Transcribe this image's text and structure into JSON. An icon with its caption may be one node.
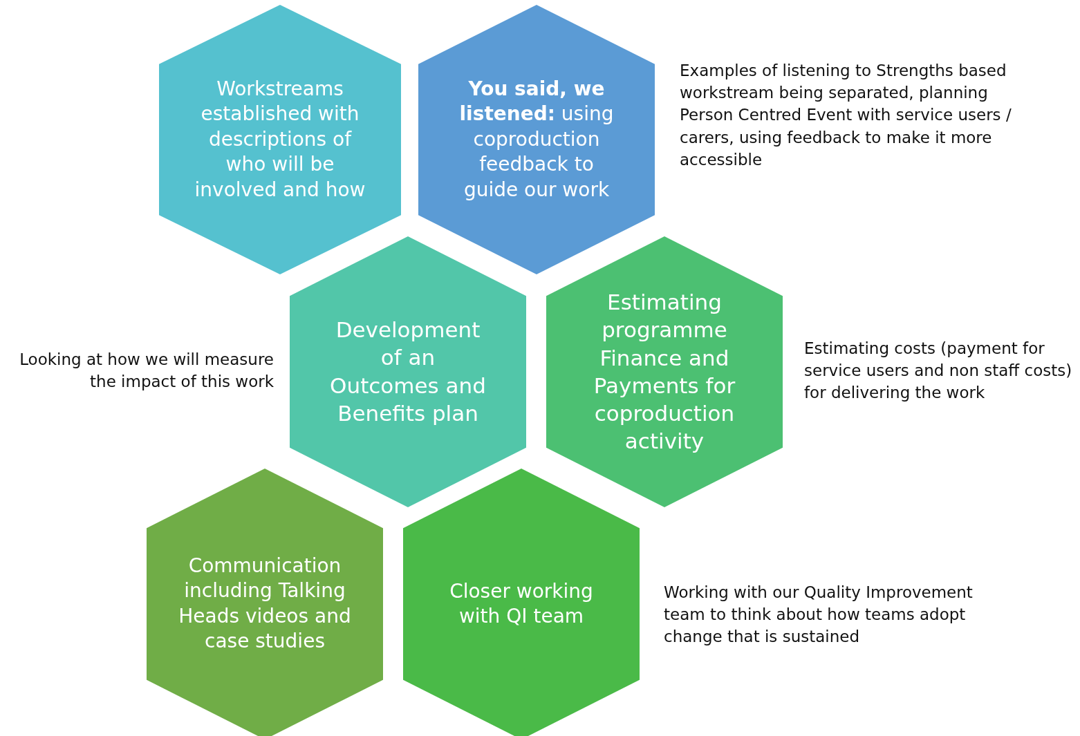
{
  "diagram": {
    "nodes": [
      {
        "text": [
          "Workstreams established with descriptions of who will be involved and how"
        ]
      },
      {
        "text": [
          "**You said, we listened:** using coproduction feedback to guide our work"
        ],
        "beside": [
          "Examples of listening to Strengths based workstream being separated, planning Person Centred Event with service users / carers, using feedback to make it more accessible"
        ]
      },
      {
        "text": [
          "Development of an Outcomes and Benefits plan"
        ],
        "beside": [
          "Looking at how we will measure the impact of this work"
        ]
      },
      {
        "text": [
          "Estimating programme Finance and Payments for coproduction activity"
        ],
        "beside": [
          "Estimating costs (payment for service users and non staff costs) for delivering the work"
        ]
      },
      {
        "text": [
          "Communication including Talking Heads videos and case studies"
        ]
      },
      {
        "text": [
          "Closer working with QI team"
        ],
        "beside": [
          "Working with our Quality Improvement team to think about how teams adopt change that is sustained"
        ]
      }
    ]
  }
}
